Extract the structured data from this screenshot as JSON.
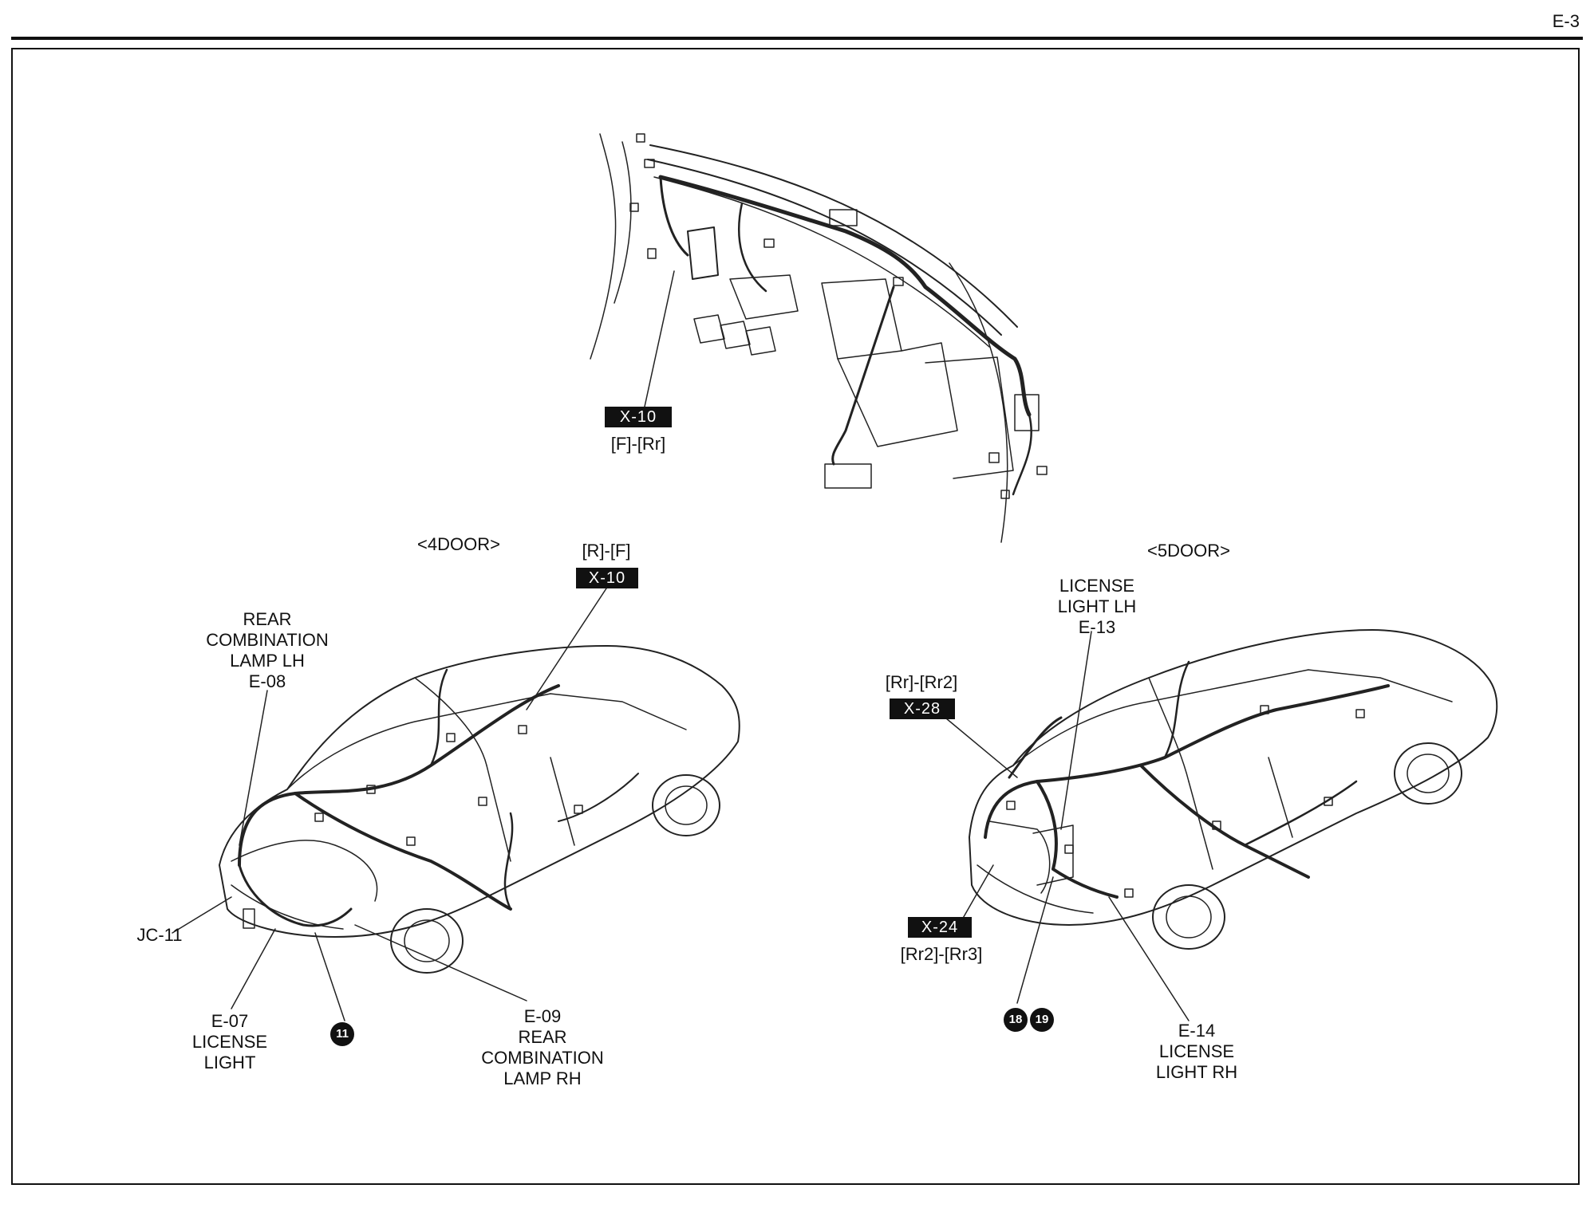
{
  "page": {
    "number": "E-3"
  },
  "views": {
    "four_door": "<4DOOR>",
    "five_door": "<5DOOR>"
  },
  "connectors": {
    "x10_top": {
      "id": "X-10",
      "pair": "[F]-[Rr]"
    },
    "x10_rear": {
      "id": "X-10",
      "pair": "[R]-[F]"
    },
    "x28": {
      "id": "X-28",
      "pair": "[Rr]-[Rr2]"
    },
    "x24": {
      "id": "X-24",
      "pair": "[Rr2]-[Rr3]"
    }
  },
  "components": {
    "e08": [
      "REAR",
      "COMBINATION",
      "LAMP LH",
      "E-08"
    ],
    "jc11": "JC-11",
    "e07": [
      "E-07",
      "LICENSE",
      "LIGHT"
    ],
    "e09": [
      "E-09",
      "REAR",
      "COMBINATION",
      "LAMP RH"
    ],
    "e13": [
      "LICENSE",
      "LIGHT LH",
      "E-13"
    ],
    "e14": [
      "E-14",
      "LICENSE",
      "LIGHT RH"
    ]
  },
  "grounds": {
    "g11": "11",
    "g18": "18",
    "g19": "19"
  }
}
